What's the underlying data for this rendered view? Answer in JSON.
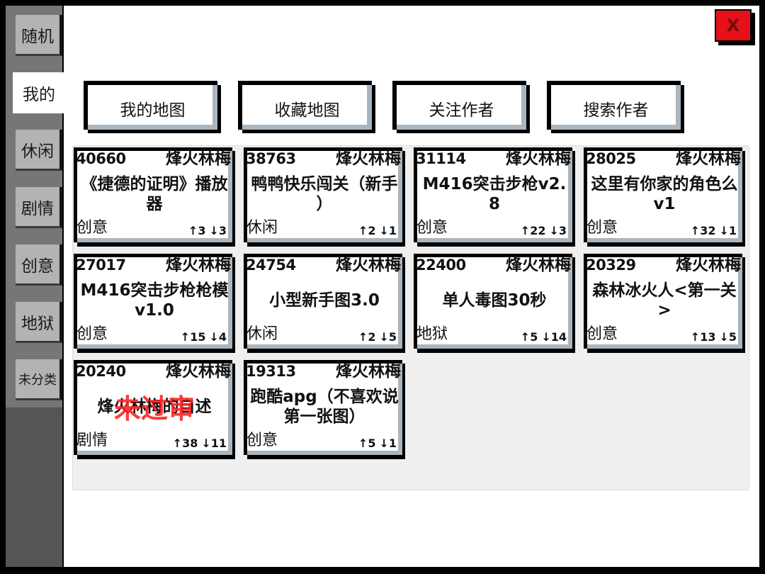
{
  "sidebar": {
    "tabs": [
      {
        "label": "随机",
        "selected": false
      },
      {
        "label": "我的",
        "selected": true
      },
      {
        "label": "休闲",
        "selected": false
      },
      {
        "label": "剧情",
        "selected": false
      },
      {
        "label": "创意",
        "selected": false
      },
      {
        "label": "地狱",
        "selected": false
      },
      {
        "label": "未分类",
        "selected": false
      }
    ]
  },
  "close_button": {
    "label": "X"
  },
  "toolbar": {
    "buttons": [
      {
        "label": "我的地图"
      },
      {
        "label": "收藏地图"
      },
      {
        "label": "关注作者"
      },
      {
        "label": "搜索作者"
      }
    ]
  },
  "icons": {
    "upvote": "↑",
    "downvote": "↓"
  },
  "maps": [
    {
      "id": "40660",
      "author": "烽火林梅",
      "title": "《捷德的证明》播放器",
      "category": "创意",
      "up": 3,
      "down": 3
    },
    {
      "id": "38763",
      "author": "烽火林梅",
      "title": "鸭鸭快乐闯关（新手）",
      "category": "休闲",
      "up": 2,
      "down": 1
    },
    {
      "id": "31114",
      "author": "烽火林梅",
      "title": "M416突击步枪v2.8",
      "category": "创意",
      "up": 22,
      "down": 3
    },
    {
      "id": "28025",
      "author": "烽火林梅",
      "title": "这里有你家的角色么v1",
      "category": "创意",
      "up": 32,
      "down": 1
    },
    {
      "id": "27017",
      "author": "烽火林梅",
      "title": "M416突击步枪枪模v1.0",
      "category": "创意",
      "up": 15,
      "down": 4
    },
    {
      "id": "24754",
      "author": "烽火林梅",
      "title": "小型新手图3.0",
      "category": "休闲",
      "up": 2,
      "down": 5
    },
    {
      "id": "22400",
      "author": "烽火林梅",
      "title": "单人毒图30秒",
      "category": "地狱",
      "up": 5,
      "down": 14
    },
    {
      "id": "20329",
      "author": "烽火林梅",
      "title": "森林冰火人<第一关>",
      "category": "创意",
      "up": 13,
      "down": 5
    },
    {
      "id": "20240",
      "author": "烽火林梅",
      "title": "烽火林梅的自述",
      "category": "剧情",
      "up": 38,
      "down": 11,
      "status": "未过审"
    },
    {
      "id": "19313",
      "author": "烽火林梅",
      "title": "跑酷apg（不喜欢说第一张图）",
      "category": "创意",
      "up": 5,
      "down": 1
    }
  ],
  "colors": {
    "close_button": "#e5101a",
    "status_rejected": "#ff2424"
  }
}
